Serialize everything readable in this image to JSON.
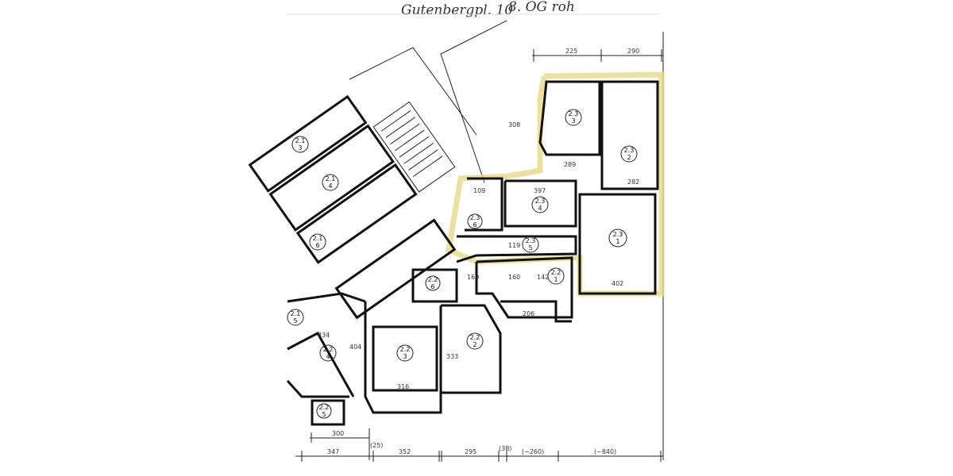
{
  "header": {
    "address": "Gutenbergpl. 10",
    "note": "8. OG roh"
  },
  "top_dimensions": [
    "225",
    "290"
  ],
  "bottom_dimensions": [
    "300",
    "347",
    "(25)",
    "352",
    "295",
    "(38)",
    "(~260)",
    "(~840)"
  ],
  "interior_dimensions": [
    "289",
    "397",
    "282",
    "402",
    "109",
    "119",
    "160",
    "142",
    "308",
    "316",
    "333",
    "206",
    "404",
    "434",
    "160"
  ],
  "rooms": [
    {
      "unit": "2.3",
      "no": "3"
    },
    {
      "unit": "2.3",
      "no": "2"
    },
    {
      "unit": "2.3",
      "no": "4"
    },
    {
      "unit": "2.3",
      "no": "6"
    },
    {
      "unit": "2.3",
      "no": "5"
    },
    {
      "unit": "2.3",
      "no": "1"
    },
    {
      "unit": "2.2",
      "no": "1"
    },
    {
      "unit": "2.2",
      "no": "6"
    },
    {
      "unit": "2.2",
      "no": "2"
    },
    {
      "unit": "2.2",
      "no": "3"
    },
    {
      "unit": "2.2",
      "no": "4"
    },
    {
      "unit": "2.2",
      "no": "5"
    },
    {
      "unit": "2.1",
      "no": "3"
    },
    {
      "unit": "2.1",
      "no": "4"
    },
    {
      "unit": "2.1",
      "no": "6"
    },
    {
      "unit": "2.1",
      "no": "5"
    }
  ],
  "colors": {
    "ink": "#111111",
    "highlight": "#e8d98a",
    "paper": "#ffffff"
  }
}
